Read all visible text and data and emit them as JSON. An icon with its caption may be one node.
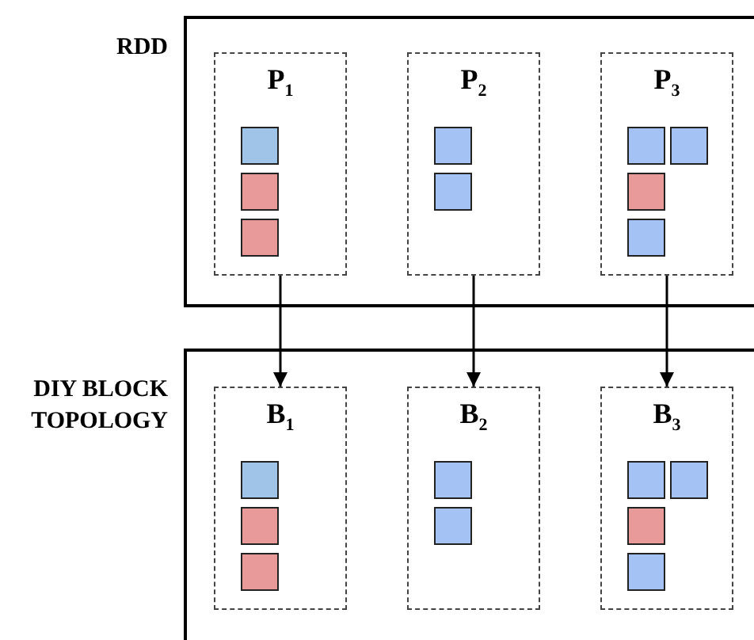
{
  "diagram": {
    "nodes": [
      {
        "text": [
          "RDD"
        ]
      },
      {
        "text": [
          "P$_{1}$"
        ],
        "in": 0
      },
      {
        "text": [],
        "shape": "box",
        "in": 1
      },
      {
        "text": [],
        "shape": "box",
        "in": 1
      },
      {
        "text": [],
        "shape": "box",
        "in": 1
      },
      {
        "text": [
          "P$_{2}$"
        ],
        "in": 0
      },
      {
        "text": [],
        "shape": "box",
        "in": 5
      },
      {
        "text": [],
        "shape": "box",
        "in": 5
      },
      {
        "text": [
          "P$_{3}$"
        ],
        "in": 0
      },
      {
        "text": [],
        "shape": "box",
        "in": 8
      },
      {
        "text": [],
        "shape": "box",
        "in": 8
      },
      {
        "text": [],
        "shape": "box",
        "in": 8
      },
      {
        "text": [],
        "shape": "box",
        "in": 8
      },
      {
        "text": [
          "DIY BLOCK TOPOLOGY"
        ]
      },
      {
        "text": [
          "B$_{1}$"
        ],
        "in": 13
      },
      {
        "text": [],
        "shape": "box",
        "in": 14
      },
      {
        "text": [],
        "shape": "box",
        "in": 14
      },
      {
        "text": [],
        "shape": "box",
        "in": 14
      },
      {
        "text": [
          "B$_{2}$"
        ],
        "in": 13
      },
      {
        "text": [],
        "shape": "box",
        "in": 18
      },
      {
        "text": [],
        "shape": "box",
        "in": 18
      },
      {
        "text": [
          "B$_{3}$"
        ],
        "in": 13
      },
      {
        "text": [],
        "shape": "box",
        "in": 21
      },
      {
        "text": [],
        "shape": "box",
        "in": 21
      },
      {
        "text": [],
        "shape": "box",
        "in": 21
      },
      {
        "text": [],
        "shape": "box",
        "in": 21
      }
    ],
    "edges": [
      {
        "from": 1,
        "to": 14,
        "arrow": "to"
      },
      {
        "from": 5,
        "to": 18,
        "arrow": "to"
      },
      {
        "from": 8,
        "to": 21,
        "arrow": "to"
      }
    ]
  }
}
